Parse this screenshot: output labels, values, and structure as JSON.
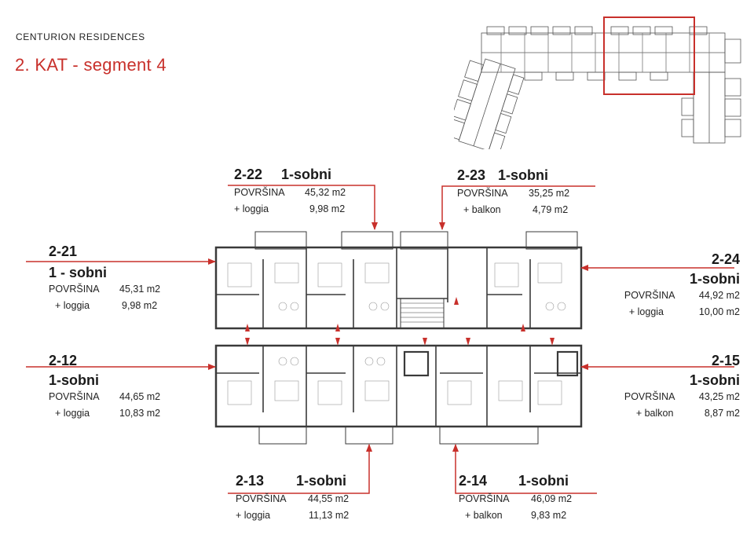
{
  "header": {
    "brand": "CENTURION RESIDENCES",
    "floor_title": "2. KAT - segment 4"
  },
  "colors": {
    "accent": "#c8302b",
    "walls": "#3a3a3a"
  },
  "units": [
    {
      "code": "2-22",
      "type": "1-sobni",
      "area_label": "POVRŠINA",
      "area": "45,32 m2",
      "extra_label": "+ loggia",
      "extra": "9,98 m2"
    },
    {
      "code": "2-23",
      "type": "1-sobni",
      "area_label": "POVRŠINA",
      "area": "35,25 m2",
      "extra_label": "+ balkon",
      "extra": "4,79 m2"
    },
    {
      "code": "2-21",
      "type": "1 - sobni",
      "area_label": "POVRŠINA",
      "area": "45,31 m2",
      "extra_label": "+ loggia",
      "extra": "9,98 m2"
    },
    {
      "code": "2-24",
      "type": "1-sobni",
      "area_label": "POVRŠINA",
      "area": "44,92 m2",
      "extra_label": "+ loggia",
      "extra": "10,00 m2"
    },
    {
      "code": "2-12",
      "type": "1-sobni",
      "area_label": "POVRŠINA",
      "area": "44,65 m2",
      "extra_label": "+ loggia",
      "extra": "10,83 m2"
    },
    {
      "code": "2-15",
      "type": "1-sobni",
      "area_label": "POVRŠINA",
      "area": "43,25 m2",
      "extra_label": "+ balkon",
      "extra": "8,87 m2"
    },
    {
      "code": "2-13",
      "type": "1-sobni",
      "area_label": "POVRŠINA",
      "area": "44,55 m2",
      "extra_label": "+ loggia",
      "extra": "11,13 m2"
    },
    {
      "code": "2-14",
      "type": "1-sobni",
      "area_label": "POVRŠINA",
      "area": "46,09 m2",
      "extra_label": "+ balkon",
      "extra": "9,83 m2"
    }
  ]
}
